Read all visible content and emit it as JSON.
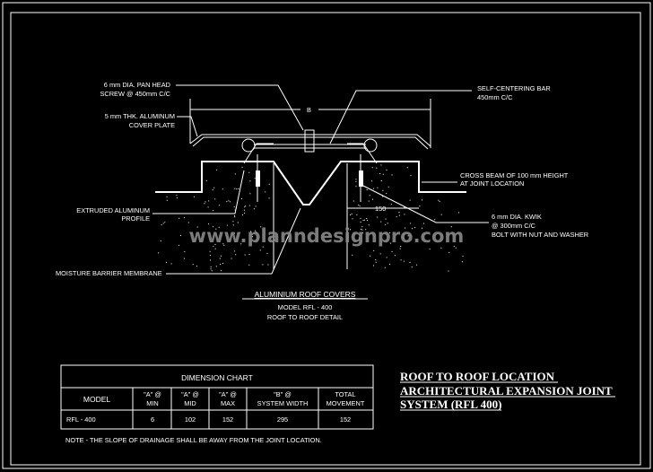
{
  "labels": {
    "pan_head_1": "6 mm DIA. PAN HEAD",
    "pan_head_2": "SCREW @ 450mm C/C",
    "cover_plate_1": "5 mm THK. ALUMINUM",
    "cover_plate_2": "COVER PLATE",
    "dim_b": "B",
    "self_centering_1": "SELF-CENTERING BAR",
    "self_centering_2": "450mm C/C",
    "cross_beam_1": "CROSS BEAM OF 100 mm HEIGHT",
    "cross_beam_2": "AT JOINT LOCATION",
    "extruded_1": "EXTRUDED ALUMINUM",
    "extruded_2": "PROFILE",
    "dim_150": "150",
    "kwik_1": "6 mm DIA. KWIK",
    "kwik_2": "@ 300mm C/C",
    "kwik_3": "BOLT WITH NUT AND WASHER",
    "moisture": "MOISTURE BARRIER MEMBRANE",
    "watermark": "www.planndesignpro.com"
  },
  "detail_title": {
    "main": "ALUMINIUM ROOF COVERS",
    "model": "MODEL RFL - 400",
    "sub": "ROOF TO ROOF DETAIL"
  },
  "table": {
    "title": "DIMENSION CHART",
    "headers": [
      [
        "MODEL",
        ""
      ],
      [
        "\"A\" @",
        "MIN"
      ],
      [
        "\"A\" @",
        "MID"
      ],
      [
        "\"A\" @",
        "MAX"
      ],
      [
        "\"B\" @",
        "SYSTEM WIDTH"
      ],
      [
        "TOTAL",
        "MOVEMENT"
      ]
    ],
    "row": [
      "RFL - 400",
      "6",
      "102",
      "152",
      "295",
      "152"
    ]
  },
  "note": "NOTE - THE SLOPE OF DRAINAGE SHALL BE AWAY FROM THE JOINT LOCATION.",
  "title_block": [
    "ROOF TO ROOF LOCATION",
    "ARCHITECTURAL EXPANSION JOINT",
    "SYSTEM (RFL 400)"
  ],
  "colors": {
    "background": "#000000",
    "lines": "#ffffff",
    "watermark": "#8a8a8a"
  }
}
